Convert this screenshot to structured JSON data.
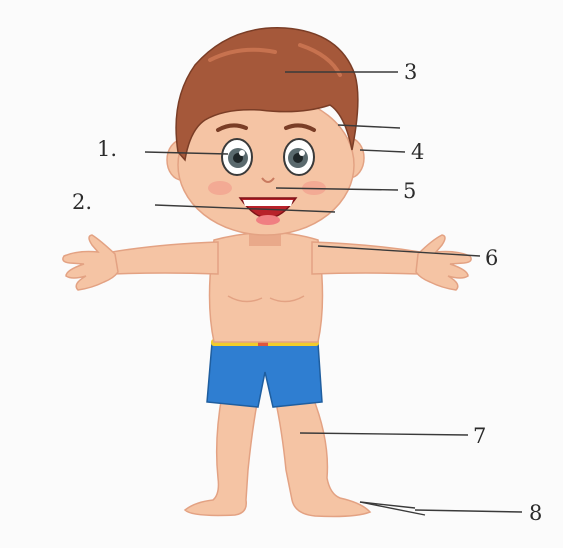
{
  "labels": {
    "l1": "1.",
    "l2": "2.",
    "l3": "3",
    "l4": "4",
    "l5": "5",
    "l6": "6",
    "l7": "7",
    "l8": "8"
  },
  "colors": {
    "skin": "#f5c4a4",
    "skin_shadow": "#e9a98a",
    "hair": "#a5583a",
    "hair_dark": "#7a3d26",
    "shorts": "#2f7ed1",
    "waistband": "#f2cc2c",
    "eye": "#5a6a6e",
    "mouth": "#b8222a",
    "line": "#3a3a3a"
  },
  "icons": [
    "boy-body-parts-illustration"
  ]
}
